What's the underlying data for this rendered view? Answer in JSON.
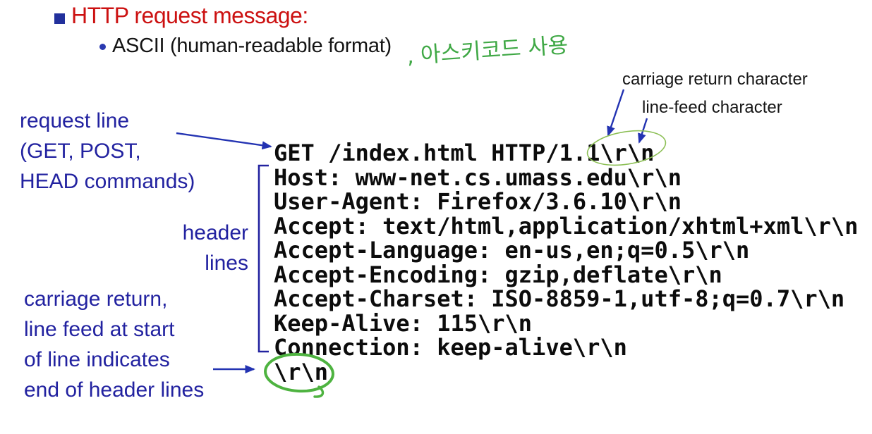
{
  "slide": {
    "title": "HTTP request message:",
    "bullet_text": "ASCII (human-readable format)",
    "handwritten_note": ", 아스키코드 사용"
  },
  "callouts": {
    "carriage_return": "carriage return character",
    "line_feed": "line-feed character",
    "request_line": [
      "request line",
      "(GET, POST,",
      "HEAD commands)"
    ],
    "header_lines": [
      "header",
      "lines"
    ],
    "end_of_headers": [
      "carriage return,",
      "line feed at start",
      "of line indicates",
      "end of header lines"
    ]
  },
  "http_request": {
    "lines": [
      "GET /index.html HTTP/1.1\\r\\n",
      "Host: www-net.cs.umass.edu\\r\\n",
      "User-Agent: Firefox/3.6.10\\r\\n",
      "Accept: text/html,application/xhtml+xml\\r\\n",
      "Accept-Language: en-us,en;q=0.5\\r\\n",
      "Accept-Encoding: gzip,deflate\\r\\n",
      "Accept-Charset: ISO-8859-1,utf-8;q=0.7\\r\\n",
      "Keep-Alive: 115\\r\\n",
      "Connection: keep-alive\\r\\n",
      "\\r\\n"
    ]
  },
  "colors": {
    "title_red": "#cc1111",
    "label_blue": "#2222a0",
    "arrow_blue": "#2333b2",
    "code_black": "#0c0c0c",
    "annotation_green": "#3fa845",
    "highlight_green_thin": "#8cbf55",
    "highlight_green_thick": "#4eb340"
  }
}
